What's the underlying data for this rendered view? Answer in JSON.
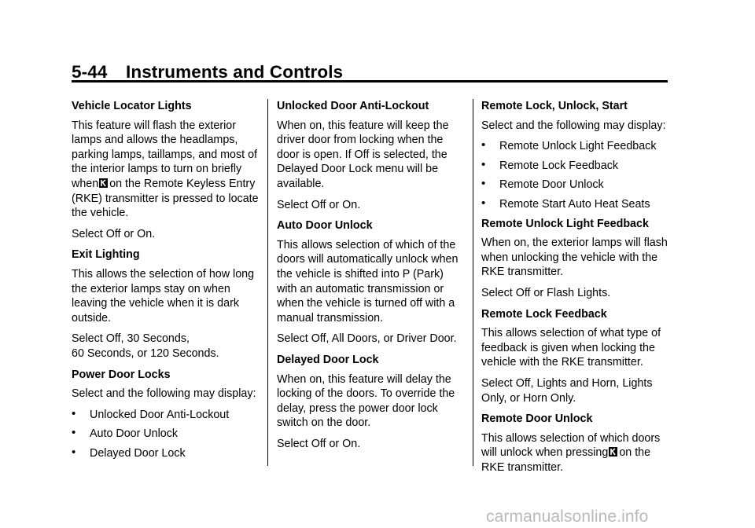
{
  "header": {
    "page_number": "5-44",
    "title": "Instruments and Controls"
  },
  "col1": {
    "vll_heading": "Vehicle Locator Lights",
    "vll_text_a": "This feature will flash the exterior lamps and allows the headlamps, parking lamps, taillamps, and most of the interior lamps to turn on briefly when",
    "vll_text_b": "on the Remote Keyless Entry (RKE) transmitter is pressed to locate the vehicle.",
    "vll_select": "Select Off or On.",
    "exit_heading": "Exit Lighting",
    "exit_text": "This allows the selection of how long the exterior lamps stay on when leaving the vehicle when it is dark outside.",
    "exit_select_a": "Select Off, 30 Seconds,",
    "exit_select_b": "60 Seconds, or 120 Seconds.",
    "pdl_heading": "Power Door Locks",
    "pdl_text": "Select and the following may display:",
    "pdl_items": [
      "Unlocked Door Anti-Lockout",
      "Auto Door Unlock",
      "Delayed Door Lock"
    ]
  },
  "col2": {
    "udal_heading": "Unlocked Door Anti-Lockout",
    "udal_text": "When on, this feature will keep the driver door from locking when the door is open. If Off is selected, the Delayed Door Lock menu will be available.",
    "udal_select": "Select Off or On.",
    "adu_heading": "Auto Door Unlock",
    "adu_text": "This allows selection of which of the doors will automatically unlock when the vehicle is shifted into P (Park) with an automatic transmission or when the vehicle is turned off with a manual transmission.",
    "adu_select": "Select Off, All Doors, or Driver Door.",
    "ddl_heading": "Delayed Door Lock",
    "ddl_text": "When on, this feature will delay the locking of the doors. To override the delay, press the power door lock switch on the door.",
    "ddl_select": "Select Off or On."
  },
  "col3": {
    "rlus_heading": "Remote Lock, Unlock, Start",
    "rlus_text": "Select and the following may display:",
    "rlus_items": [
      "Remote Unlock Light Feedback",
      "Remote Lock Feedback",
      "Remote Door Unlock",
      "Remote Start Auto Heat Seats"
    ],
    "rulf_heading": "Remote Unlock Light Feedback",
    "rulf_text": "When on, the exterior lamps will flash when unlocking the vehicle with the RKE transmitter.",
    "rulf_select": "Select Off or Flash Lights.",
    "rlf_heading": "Remote Lock Feedback",
    "rlf_text": "This allows selection of what type of feedback is given when locking the vehicle with the RKE transmitter.",
    "rlf_select": "Select Off, Lights and Horn, Lights Only, or Horn Only.",
    "rdu_heading": "Remote Door Unlock",
    "rdu_text_a": "This allows selection of which doors will unlock when pressing",
    "rdu_text_b": "on the RKE transmitter."
  },
  "watermark": "carmanualsonline.info",
  "icons": {
    "key_fob_button": "key-fob-button-icon"
  }
}
